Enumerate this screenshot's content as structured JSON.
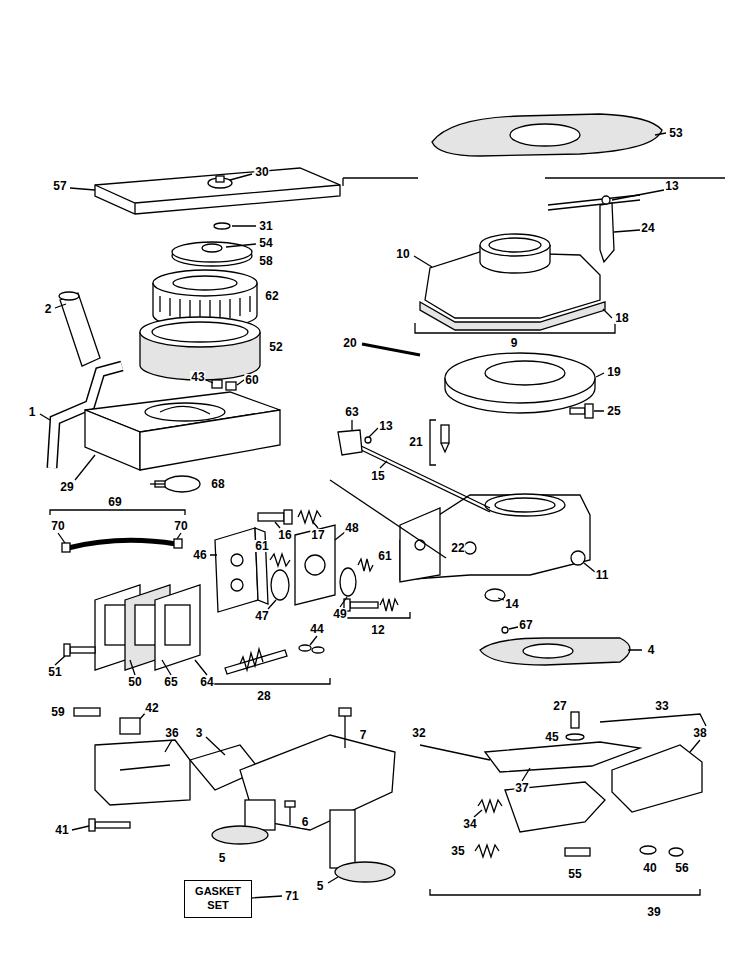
{
  "diagram": {
    "nodes": [
      {
        "text": [
          "GASKET SET"
        ]
      }
    ],
    "labels": [
      "53",
      "30",
      "13",
      "57",
      "24",
      "31",
      "54",
      "58",
      "10",
      "62",
      "2",
      "18",
      "52",
      "9",
      "20",
      "19",
      "43",
      "60",
      "1",
      "25",
      "63",
      "13",
      "21",
      "15",
      "29",
      "68",
      "16",
      "17",
      "22",
      "69",
      "70",
      "70",
      "46",
      "61",
      "48",
      "61",
      "47",
      "49",
      "11",
      "14",
      "12",
      "67",
      "44",
      "4",
      "51",
      "50",
      "65",
      "64",
      "28",
      "59",
      "42",
      "3",
      "7",
      "27",
      "33",
      "32",
      "45",
      "37",
      "38",
      "36",
      "34",
      "6",
      "41",
      "35",
      "5",
      "55",
      "40",
      "56",
      "5",
      "39",
      "71"
    ]
  }
}
